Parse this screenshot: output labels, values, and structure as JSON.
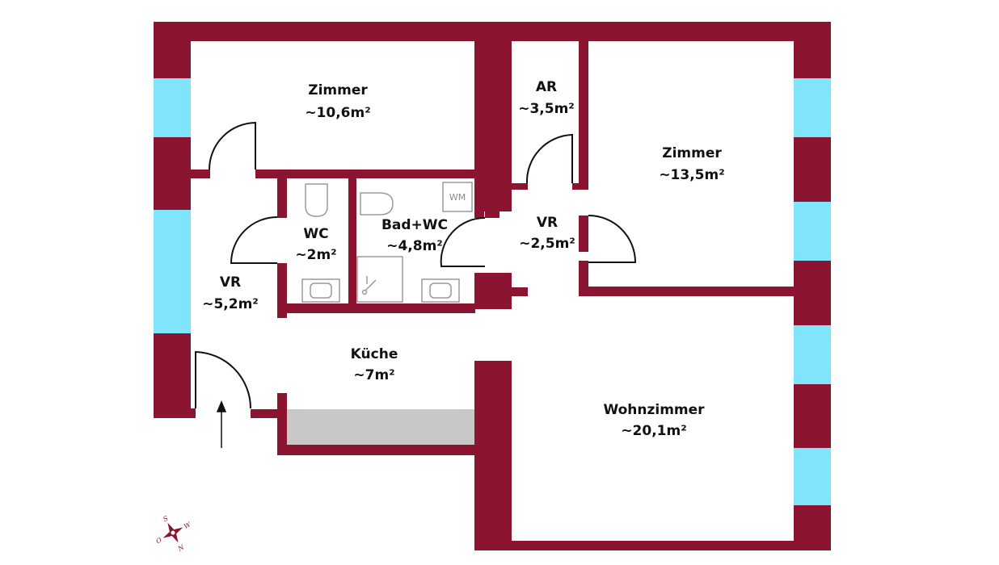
{
  "colors": {
    "wall": "#8B1530",
    "window": "#80E4FB",
    "counter": "#C8C8C8",
    "fixture": "#9A9A9A",
    "door": "#111111",
    "background": "#FFFFFF"
  },
  "rooms": {
    "zimmer_small": {
      "name": "Zimmer",
      "area": "~10,6m²"
    },
    "ar": {
      "name": "AR",
      "area": "~3,5m²"
    },
    "zimmer_large": {
      "name": "Zimmer",
      "area": "~13,5m²"
    },
    "wc": {
      "name": "WC",
      "area": "~2m²"
    },
    "bad_wc": {
      "name": "Bad+WC",
      "area": "~4,8m²"
    },
    "vr_center": {
      "name": "VR",
      "area": "~2,5m²"
    },
    "vr_left": {
      "name": "VR",
      "area": "~5,2m²"
    },
    "kueche": {
      "name": "Küche",
      "area": "~7m²"
    },
    "wohnzimmer": {
      "name": "Wohnzimmer",
      "area": "~20,1m²"
    }
  },
  "fixtures": {
    "washing_machine": "WM"
  },
  "compass": {
    "n": "N",
    "s": "S",
    "o": "O",
    "w": "W"
  },
  "icons": {
    "entrance": "arrow-up-icon",
    "compass": "compass-rose-icon"
  }
}
